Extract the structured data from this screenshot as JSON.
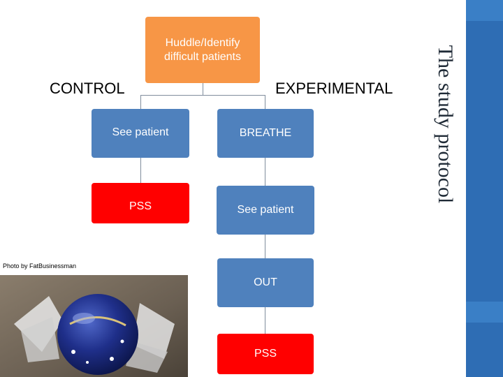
{
  "diagram": {
    "root": "Huddle/Identify difficult patients",
    "control_label": "CONTROL",
    "experimental_label": "EXPERIMENTAL",
    "control_steps": [
      "See patient",
      "PSS"
    ],
    "experimental_steps": [
      "BREATHE",
      "See patient",
      "OUT",
      "PSS"
    ]
  },
  "side_title": "The study protocol",
  "photo_credit": "Photo by FatBusinessman",
  "colors": {
    "root": "#f79646",
    "step": "#4f81bd",
    "pss": "#ff0000",
    "title_strip": "#2e6db4"
  },
  "photo": {
    "icon": "wrapped-chocolate-truffle"
  }
}
